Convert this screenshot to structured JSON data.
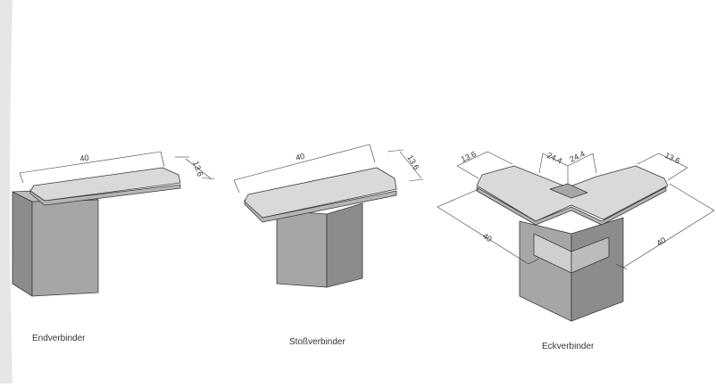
{
  "colors": {
    "panel": "#e4e6e8",
    "top_face": "#d6d6d6",
    "block_front": "#a4a4a4",
    "block_side": "#888888",
    "line": "#3a3a3a"
  },
  "connectors": [
    {
      "caption": "Endverbinder",
      "dim_length": "40",
      "dim_width": "13.6"
    },
    {
      "caption": "Stoßverbinder",
      "dim_length": "40",
      "dim_width": "13.6"
    },
    {
      "caption": "Eckverbinder",
      "dim_arm_left": "40",
      "dim_arm_right": "40",
      "dim_width_left": "13.6",
      "dim_width_right": "13.6",
      "dim_inner_left": "24.4",
      "dim_inner_right": "24.4"
    }
  ]
}
